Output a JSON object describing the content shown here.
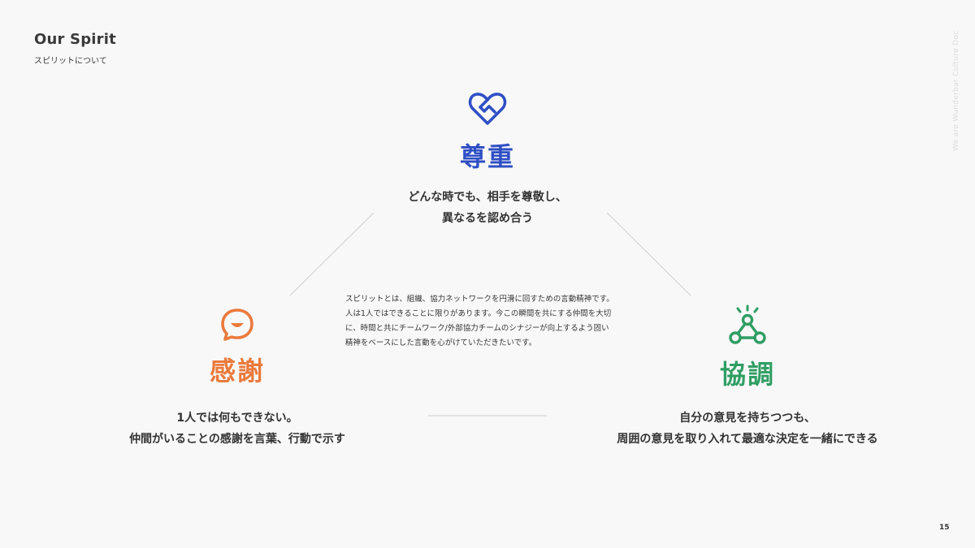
{
  "header": {
    "title": "Our Spirit",
    "subtitle": "スピリットについて"
  },
  "side_text": "We are Wunderbar Culture Doc",
  "page_number": "15",
  "center_text": [
    "スピリットとは、組織、協力ネットワークを円滑に回すための言動精神です。",
    "人は1人ではできることに限りがあります。今この瞬間を共にする仲間を大切",
    "に、時間と共にチームワーク/外部協力チームのシナジーが向上するよう固い",
    "精神をベースにした言動を心がけていただきたいです。"
  ],
  "values": {
    "respect": {
      "title": "尊重",
      "icon": "heart-handshake-icon",
      "color": "#2f4fc4",
      "desc": [
        "どんな時でも、相手を尊敬し、",
        "異なるを認め合う"
      ]
    },
    "thanks": {
      "title": "感謝",
      "icon": "smile-speech-bubble-icon",
      "color": "#ea7a3c",
      "desc": [
        "1人では何もできない。",
        "仲間がいることの感謝を言葉、行動で示す"
      ]
    },
    "collab": {
      "title": "協調",
      "icon": "network-nodes-icon",
      "color": "#2f9e63",
      "desc": [
        "自分の意見を持ちつつも、",
        "周囲の意見を取り入れて最適な決定を一緒にできる"
      ]
    }
  }
}
